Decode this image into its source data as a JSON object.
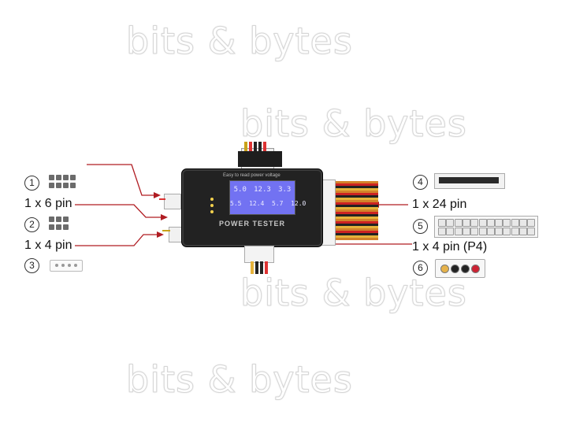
{
  "watermark": "bits & bytes",
  "left_items": [
    {
      "number": "1",
      "label": "1 x 6 pin"
    },
    {
      "number": "2",
      "label": "1 x 4 pin"
    },
    {
      "number": "3",
      "label": ""
    }
  ],
  "right_items": [
    {
      "number": "4",
      "label": "1 x 24 pin"
    },
    {
      "number": "5",
      "label": "1 x 4 pin (P4)"
    },
    {
      "number": "6",
      "label": ""
    }
  ],
  "device": {
    "top_caption": "Easy to read power voltage",
    "brand": "POWER TESTER",
    "lcd_row1": [
      "5.0",
      "12.3",
      "3.3"
    ],
    "lcd_row2": "5.5  12.4  5.7  12.0"
  },
  "colors": {
    "arrow": "#b01c22",
    "device": "#222222",
    "lcd": "#6f6ff0"
  }
}
